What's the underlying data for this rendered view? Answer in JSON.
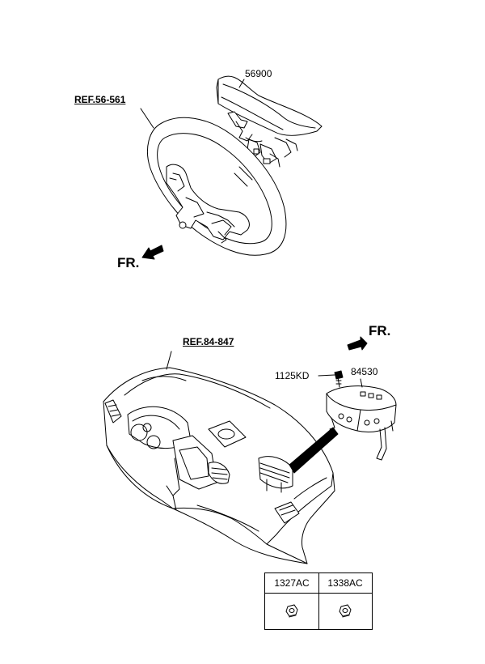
{
  "labels": {
    "part_airbag_driver": "56900",
    "ref_steering": "REF.56-561",
    "fr_top": "FR.",
    "ref_crash_pad": "REF.84-847",
    "fr_bottom": "FR.",
    "part_bolt": "1125KD",
    "part_airbag_passenger": "84530"
  },
  "legend": {
    "items": [
      {
        "code": "1327AC",
        "icon": "nut-icon"
      },
      {
        "code": "1338AC",
        "icon": "nut-icon"
      }
    ]
  }
}
